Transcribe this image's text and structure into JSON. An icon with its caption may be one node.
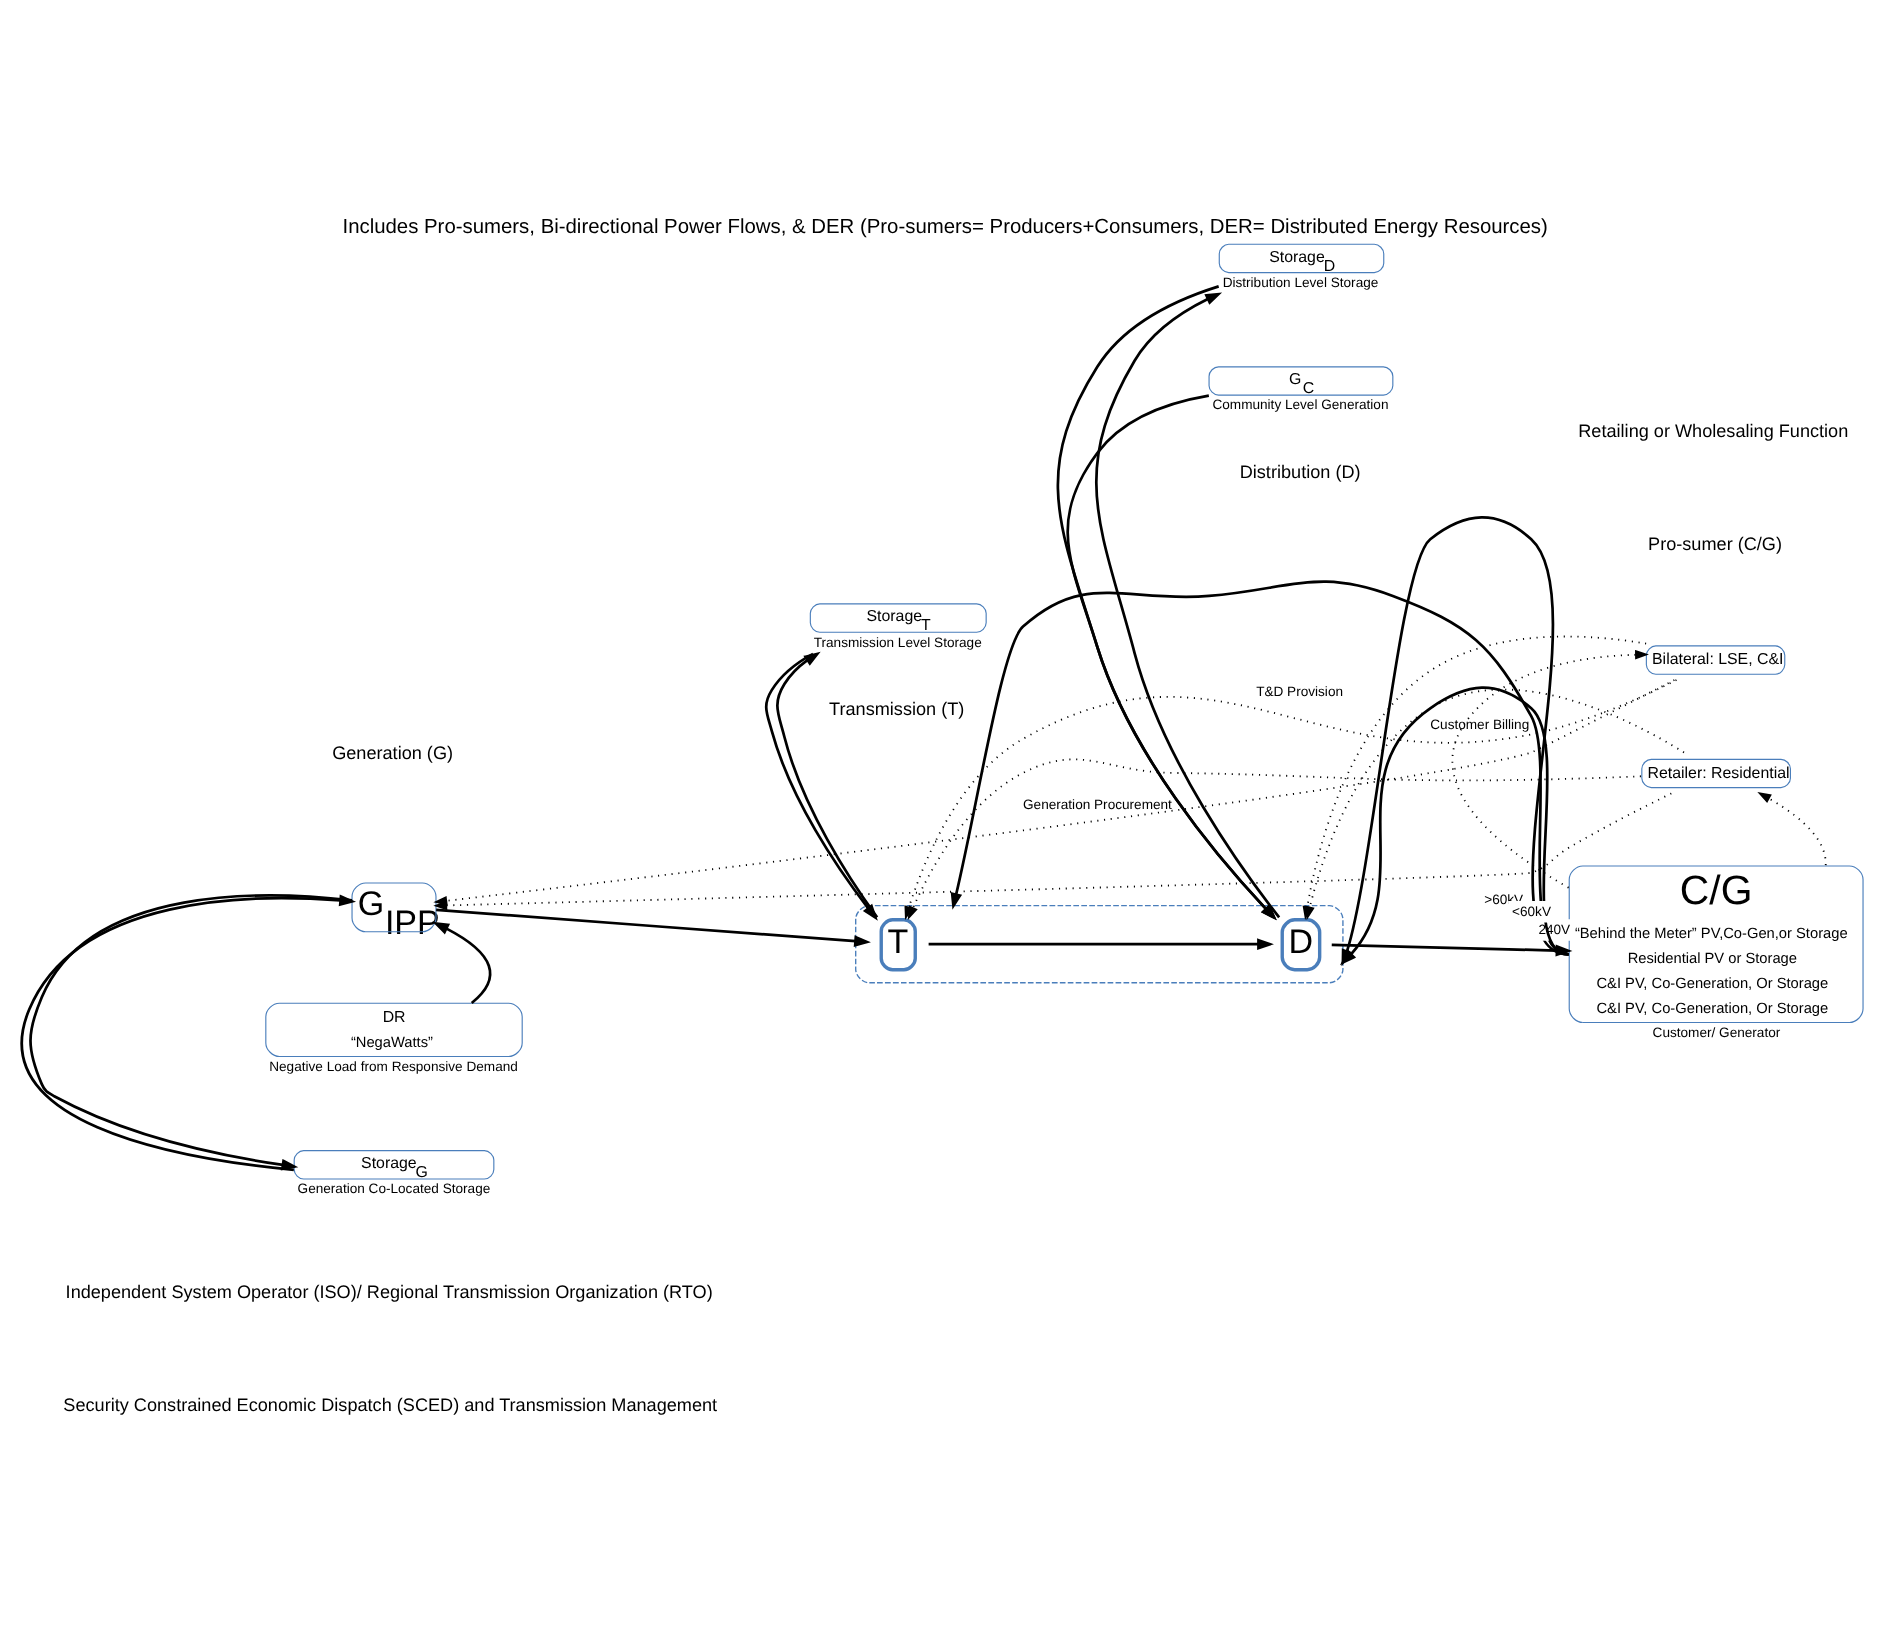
{
  "diagram": {
    "title": "Includes Pro-sumers, Bi-directional Power Flows, & DER (Pro-sumers= Producers+Consumers, DER= Distributed Energy Resources)",
    "nodes": [
      {
        "text": [
          "G$_{IPP}$"
        ]
      },
      {
        "text": [],
        "shape": "box"
      },
      {
        "text": [
          "T"
        ],
        "in": 1
      },
      {
        "text": [
          "D"
        ],
        "in": 1
      },
      {
        "text": [
          "C/G",
          "“Behind the Meter” PV,Co-Gen,or Storage",
          "Residential PV or Storage",
          "C&I PV, Co-Generation, Or Storage",
          "C&I PV, Co-Generation, Or Storage"
        ],
        "beside": [
          "Customer/ Generator"
        ]
      },
      {
        "text": [
          "Bilateral: LSE, C&I"
        ]
      },
      {
        "text": [
          "Retailer: Residential"
        ]
      },
      {
        "text": [
          "DR",
          "“NegaWatts”"
        ],
        "beside": [
          "Negative Load from Responsive Demand"
        ]
      },
      {
        "text": [
          "Storage$_{G}$"
        ],
        "beside": [
          "Generation Co-Located Storage"
        ]
      },
      {
        "text": [
          "Storage$_{T}$"
        ],
        "beside": [
          "Transmission Level Storage"
        ]
      },
      {
        "text": [
          "Storage$_{D}$"
        ],
        "beside": [
          "Distribution Level Storage"
        ]
      },
      {
        "text": [
          "G$_{C}$"
        ],
        "beside": [
          "Community Level Generation"
        ]
      }
    ],
    "edges": [
      {
        "from": 0,
        "to": 2,
        "arrow": "to"
      },
      {
        "from": 2,
        "to": 3,
        "arrow": "to"
      },
      {
        "from": 3,
        "to": 4,
        "arrow": "to"
      },
      {
        "from": 7,
        "to": 0,
        "arrow": "to"
      },
      {
        "from": 0,
        "to": 8,
        "arrow": "to"
      },
      {
        "from": 8,
        "to": 0,
        "arrow": "to"
      },
      {
        "from": 2,
        "to": 9,
        "arrow": "to"
      },
      {
        "from": 9,
        "to": 2,
        "arrow": "to"
      },
      {
        "from": 3,
        "to": 10,
        "arrow": "to"
      },
      {
        "from": 10,
        "to": 3,
        "arrow": "to"
      },
      {
        "from": 11,
        "to": 3,
        "arrow": "to"
      },
      {
        "from": 4,
        "to": 1,
        "arrow": "to",
        "label": "240V"
      },
      {
        "from": 4,
        "to": 1,
        "arrow": "to",
        "label": "<60kV"
      },
      {
        "from": 4,
        "to": 1,
        "arrow": "to",
        "label": ">60kV"
      },
      {
        "from": 5,
        "to": 0,
        "arrow": "to",
        "style": "dashed",
        "label": "Generation Procurement"
      },
      {
        "from": 5,
        "to": 2,
        "arrow": "to",
        "style": "dashed",
        "label": "T&D Provision"
      },
      {
        "from": 5,
        "to": 3,
        "arrow": "to",
        "style": "dashed"
      },
      {
        "from": 6,
        "to": 0,
        "arrow": "to",
        "style": "dashed"
      },
      {
        "from": 6,
        "to": 2,
        "arrow": "to",
        "style": "dashed"
      },
      {
        "from": 6,
        "to": 3,
        "arrow": "to",
        "style": "dashed"
      },
      {
        "from": 4,
        "to": 5,
        "arrow": "to",
        "style": "dashed",
        "label": "Customer Billing"
      },
      {
        "from": 4,
        "to": 6,
        "arrow": "to",
        "style": "dashed"
      }
    ],
    "labels": [
      "Generation (G)",
      "Transmission (T)",
      "Distribution (D)",
      "Retailing or Wholesaling Function",
      "Pro-sumer (C/G)",
      "Independent System Operator (ISO)/ Regional Transmission Organization (RTO)",
      "Security Constrained Economic Dispatch (SCED) and Transmission Management"
    ]
  }
}
